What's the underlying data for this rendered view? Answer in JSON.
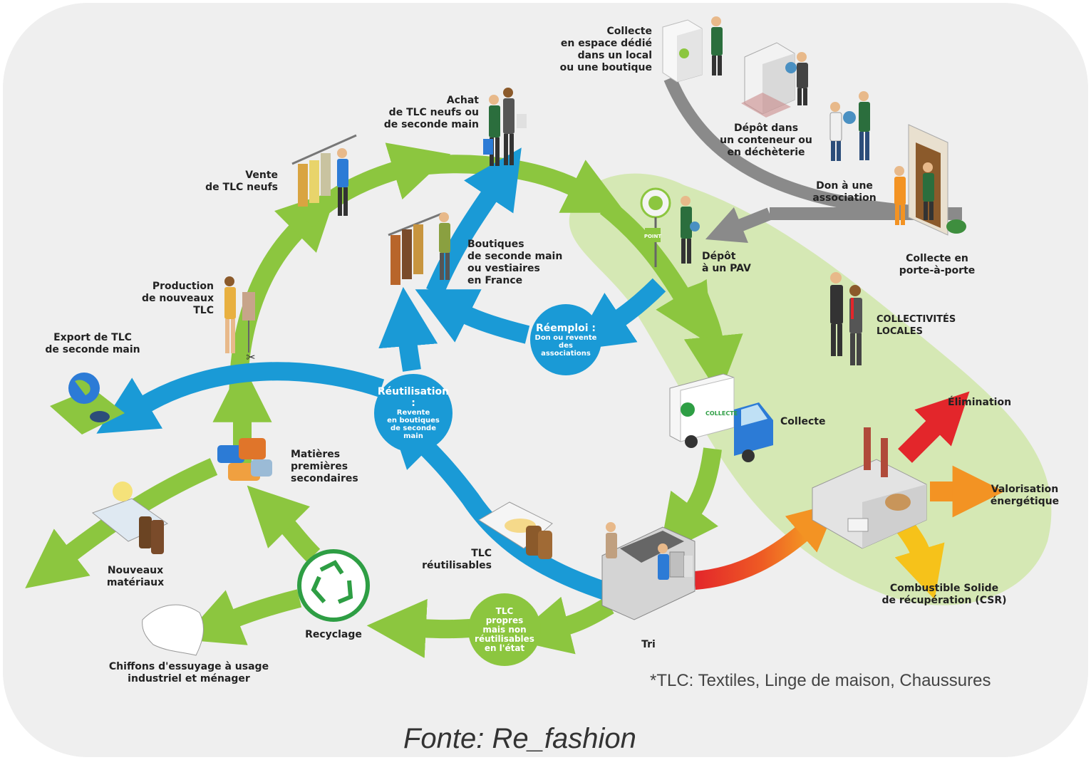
{
  "labels": {
    "collecte_espace": "Collecte\nen espace dédié\ndans un local\nou une boutique",
    "depot_conteneur": "Dépôt dans\nun conteneur ou\nen déchèterie",
    "don_association": "Don à une\nassociation",
    "collecte_porte": "Collecte en\nporte-à-porte",
    "achat": "Achat\nde TLC neufs ou\nde seconde main",
    "vente": "Vente\nde TLC neufs",
    "boutiques": "Boutiques\nde seconde main\nou vestiaires\nen France",
    "depot_pav": "Dépôt\nà un PAV",
    "collectivites": "COLLECTIVITÉS\nLOCALES",
    "production": "Production\nde nouveaux\nTLC",
    "export": "Export de TLC\nde seconde main",
    "collecte": "Collecte",
    "elimination": "Élimination",
    "valorisation": "Valorisation\nénergétique",
    "matieres": "Matières\npremières\nsecondaires",
    "nouveaux": "Nouveaux\nmatériaux",
    "tlc_reutilisables": "TLC\nréutilisables",
    "csr": "Combustible Solide\nde récupération (CSR)",
    "recyclage": "Recyclage",
    "tri": "Tri",
    "chiffons": "Chiffons d'essuyage à usage\nindustriel et ménager"
  },
  "badges": {
    "reemploi_title": "Réemploi :",
    "reemploi_sub": "Don ou revente\ndes\nassociations",
    "reutilisation_title": "Réutilisation :",
    "reutilisation_sub": "Revente\nen boutiques\nde seconde\nmain",
    "tlc_propres": "TLC\npropres\nmais non\nréutilisables\nen l'état"
  },
  "truck_text": "COLLECTE",
  "pav_sign": "POINT",
  "footnote": "*TLC: Textiles, Linge de maison, Chaussures",
  "source": "Fonte: Re_fashion",
  "colors": {
    "green_arrow": "#8cc63f",
    "blue_arrow": "#1a9ad6",
    "grey_arrow": "#8a8a8a",
    "zone": "#d5e8b4",
    "recycle_green": "#2e9e44",
    "red": "#e3262b",
    "orange": "#f39323",
    "yellow": "#f6c21a"
  }
}
